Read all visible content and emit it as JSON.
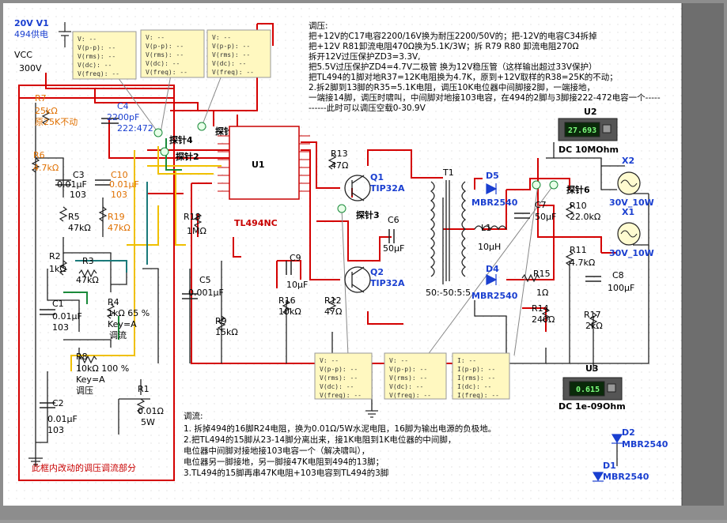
{
  "colors": {
    "canvas": "#ffffff",
    "grid": "#dcdcdc",
    "wire_red": "#d40000",
    "wire_black": "#222222",
    "wire_yellow": "#f0c000",
    "wire_green": "#1a8a3a",
    "wire_teal": "#1a7a7a",
    "component_blue": "#1a3fd0",
    "label_orange": "#e07000",
    "probe_box": "#fff8c0"
  },
  "power": {
    "v1_label": "20V  V1",
    "v1_desc": "494供电",
    "vcc_label": "VCC",
    "vcc_value": "300V"
  },
  "probe_readout": {
    "lines": [
      "V: --",
      "V(p-p): --",
      "V(rms): --",
      "V(dc): --",
      "V(freq): --"
    ],
    "current_lines": [
      "I: --",
      "I(p-p): --",
      "I(rms): --",
      "I(dc): --",
      "I(freq): --"
    ]
  },
  "probes": [
    "探针8",
    "探针4",
    "探针2",
    "探针3",
    "探针6"
  ],
  "ic": {
    "name": "U1",
    "part": "TL494NC"
  },
  "components": {
    "R7": [
      "R7",
      "25kΩ",
      "原25K不动"
    ],
    "C4": [
      "C4",
      "2200pF",
      "222:472"
    ],
    "R6": [
      "R6",
      "4.7kΩ"
    ],
    "C3": [
      "C3",
      "0.01µF",
      "103"
    ],
    "C10": [
      "C10",
      "0.01µF",
      "103"
    ],
    "R5": [
      "R5",
      "47kΩ"
    ],
    "R19": [
      "R19",
      "47kΩ"
    ],
    "R18": [
      "R18",
      "1MΩ"
    ],
    "R2": [
      "R2",
      "1kΩ"
    ],
    "R3": [
      "R3",
      "47kΩ"
    ],
    "C1": [
      "C1",
      "0.01µF",
      "103"
    ],
    "R4": [
      "R4",
      "1kΩ 65 %",
      "Key=A",
      "调流"
    ],
    "R8": [
      "R8",
      "10kΩ  100 %",
      "Key=A",
      "调压"
    ],
    "C2": [
      "C2",
      "0.01µF",
      "103"
    ],
    "R1": [
      "R1",
      "0.01Ω",
      "5W"
    ],
    "C5": [
      "C5",
      "0.001µF"
    ],
    "R9": [
      "R9",
      "15kΩ"
    ],
    "R16": [
      "R16",
      "10kΩ"
    ],
    "C9": [
      "C9",
      "10µF"
    ],
    "R13": [
      "R13",
      "47Ω"
    ],
    "R12": [
      "R12",
      "47Ω"
    ],
    "Q1": [
      "Q1",
      "TIP32A"
    ],
    "Q2": [
      "Q2",
      "TIP32A"
    ],
    "C6": [
      "C6",
      "50µF"
    ],
    "T1": [
      "T1",
      "50:-50:5:5"
    ],
    "D5": [
      "D5",
      "MBR2540"
    ],
    "D4": [
      "D4",
      "MBR2540"
    ],
    "L1": [
      "L1",
      "10µH"
    ],
    "C7": [
      "C7",
      "50µF"
    ],
    "R15": [
      "R15",
      "1Ω"
    ],
    "R14": [
      "R14",
      "240Ω"
    ],
    "R10": [
      "R10",
      "22.0kΩ"
    ],
    "R11": [
      "R11",
      "4.7kΩ"
    ],
    "C8": [
      "C8",
      "100µF"
    ],
    "R17": [
      "R17",
      "2kΩ"
    ],
    "X2": [
      "X2",
      "30V_10W"
    ],
    "X1": [
      "X1",
      "30V_10W"
    ],
    "D2": [
      "D2",
      "MBR2540"
    ],
    "D1": [
      "D1",
      "MBR2540"
    ]
  },
  "meters": {
    "u2": {
      "name": "U2",
      "display": "27.693",
      "mode": "DC  10MOhm"
    },
    "u3": {
      "name": "U3",
      "display": "0.615",
      "mode": "DC  1e-09Ohm"
    }
  },
  "box_caption": "此框内改动的调压调流部分",
  "notes_top": [
    "调压:",
    "把+12V的C17电容2200/16V换为耐压2200/50V的；把-12V的电容C34拆掉",
    "把+12V R81卸流电阻470Ω换为5.1K/3W；拆 R79  R80 卸流电阻270Ω",
    "拆开12V过压保护ZD3=3.3V,",
    "把5.5V过压保护ZD4=4.7V二极管 换为12V稳压管（这样输出超过33V保护）",
    "把TL494的1脚对地R37=12K电阻换为4.7K，原到+12V取样的R38=25K的不动；",
    "2.拆2脚到13脚的R35=5.1K电阻，调压10K电位器中间脚接2脚，一端接地，",
    "一端接14脚，调压时啸叫，中间脚对地接103电容，在494的2脚与3脚接222-472电容一个-----",
    "------此时可以调压空载0-30.9V"
  ],
  "notes_bottom": [
    "调流:",
    "1. 拆掉494的16脚R24电阻，换为0.01Ω/5W水泥电阻，16脚为输出电源的负极地。",
    " 2.把TL494的15脚从23-14脚分离出来，接1K电阻到1K电位器的中间脚，",
    "电位器中间脚对接地接103电容一个（解决啸叫），",
    "电位器另一脚接地，另一脚接47K电阻到494的13脚；",
    "3.TL494的15脚再串47K电阻+103电容到TL494的3脚"
  ]
}
